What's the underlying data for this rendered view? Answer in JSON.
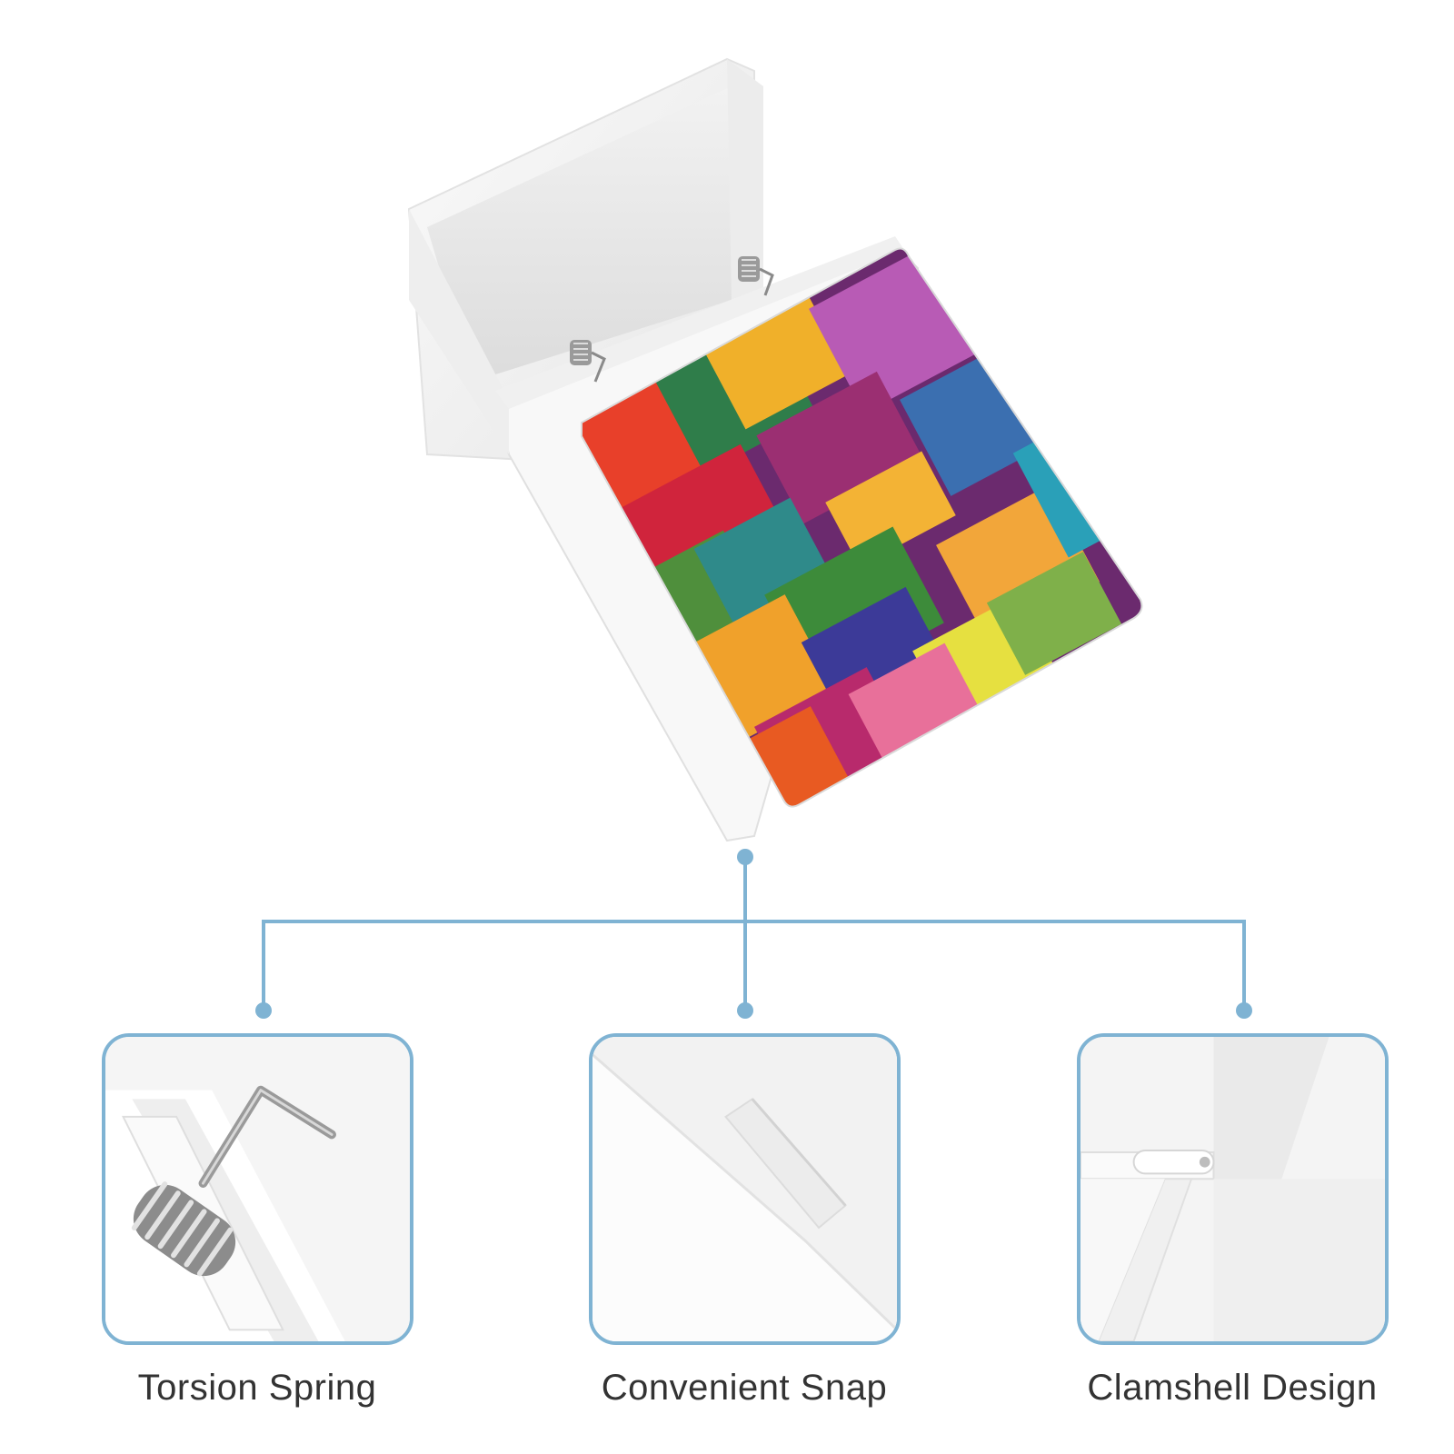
{
  "product": {
    "image_subject": "white clamshell box open lid with colorful patchwork painted cover"
  },
  "colors": {
    "accent": "#7fb3d3",
    "label_text": "#333333"
  },
  "features": [
    {
      "label": "Torsion Spring",
      "icon": "torsion-spring-closeup"
    },
    {
      "label": "Convenient Snap",
      "icon": "snap-closeup"
    },
    {
      "label": "Clamshell Design",
      "icon": "hinge-closeup"
    }
  ]
}
